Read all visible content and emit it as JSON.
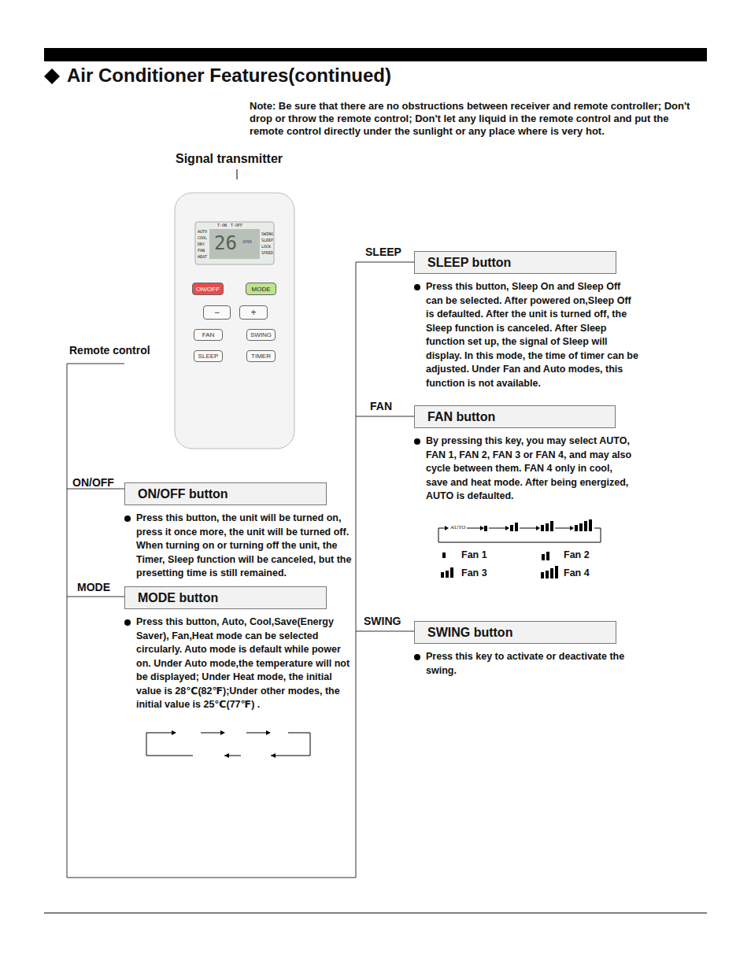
{
  "diagram": {
    "title": "Air Conditioner Features(continued)",
    "nodes": [
      {
        "text": [
          "ON/OFF"
        ]
      },
      {
        "text": [
          "MODE"
        ]
      },
      {
        "text": [
          "−"
        ]
      },
      {
        "text": [
          "+"
        ]
      },
      {
        "text": [
          "FAN"
        ]
      },
      {
        "text": [
          "SWING"
        ]
      },
      {
        "text": [
          "SLEEP"
        ]
      },
      {
        "text": [
          "TIMER"
        ]
      },
      {
        "text": [
          "SLEEP button",
          "Press this button, Sleep On and Sleep Off can be selected. After powered on,Sleep Off is defaulted. After the unit is turned off, the Sleep function is canceled. After Sleep function set up, the signal of Sleep will display. In this mode, the time of timer can be adjusted. Under Fan and Auto modes, this function is not available."
        ]
      },
      {
        "text": [
          "FAN button",
          "By pressing this key, you may select AUTO, FAN 1, FAN 2, FAN 3 or FAN 4, and may also cycle between them. FAN 4 only in cool, save and heat mode. After being energized, AUTO is defaulted."
        ]
      },
      {
        "text": [
          "ON/OFF button",
          "Press this button, the unit will be turned on, press it once more, the unit will be turned off. When turning on or turning off the unit, the Timer, Sleep function will be canceled, but the presetting time is still remained."
        ]
      },
      {
        "text": [
          "MODE button",
          "Press this button, Auto, Cool,Save(Energy Saver), Fan,Heat mode can be selected circularly. Auto mode is default while power on. Under Auto mode,the temperature will not be displayed; Under Heat mode, the initial value is 28℃(82℉);Under other modes, the initial value is 25℃(77℉) ."
        ]
      },
      {
        "text": [
          "SWING button",
          "Press this key to activate or deactivate the swing."
        ]
      }
    ],
    "labels": [
      "Note: Be sure that there are no obstructions between receiver and remote controller; Don't drop or throw the remote control; Don't let any liquid in the remote control and put the remote control directly under the sunlight or any place where is very hot.",
      "Signal transmitter",
      "Remote control",
      "SLEEP",
      "FAN",
      "ON/OFF",
      "MODE",
      "SWING",
      "T-ON",
      "T-OFF",
      "AUTO",
      "COOL",
      "DRY",
      "FAN",
      "HEAT",
      "26",
      "OPER",
      "SWING",
      "SLEEP",
      "LOCK",
      "SPEED",
      "AUTO"
    ],
    "legend": [
      {
        "text": "Fan 1"
      },
      {
        "text": "Fan 2"
      },
      {
        "text": "Fan 3"
      },
      {
        "text": "Fan 4"
      }
    ]
  }
}
